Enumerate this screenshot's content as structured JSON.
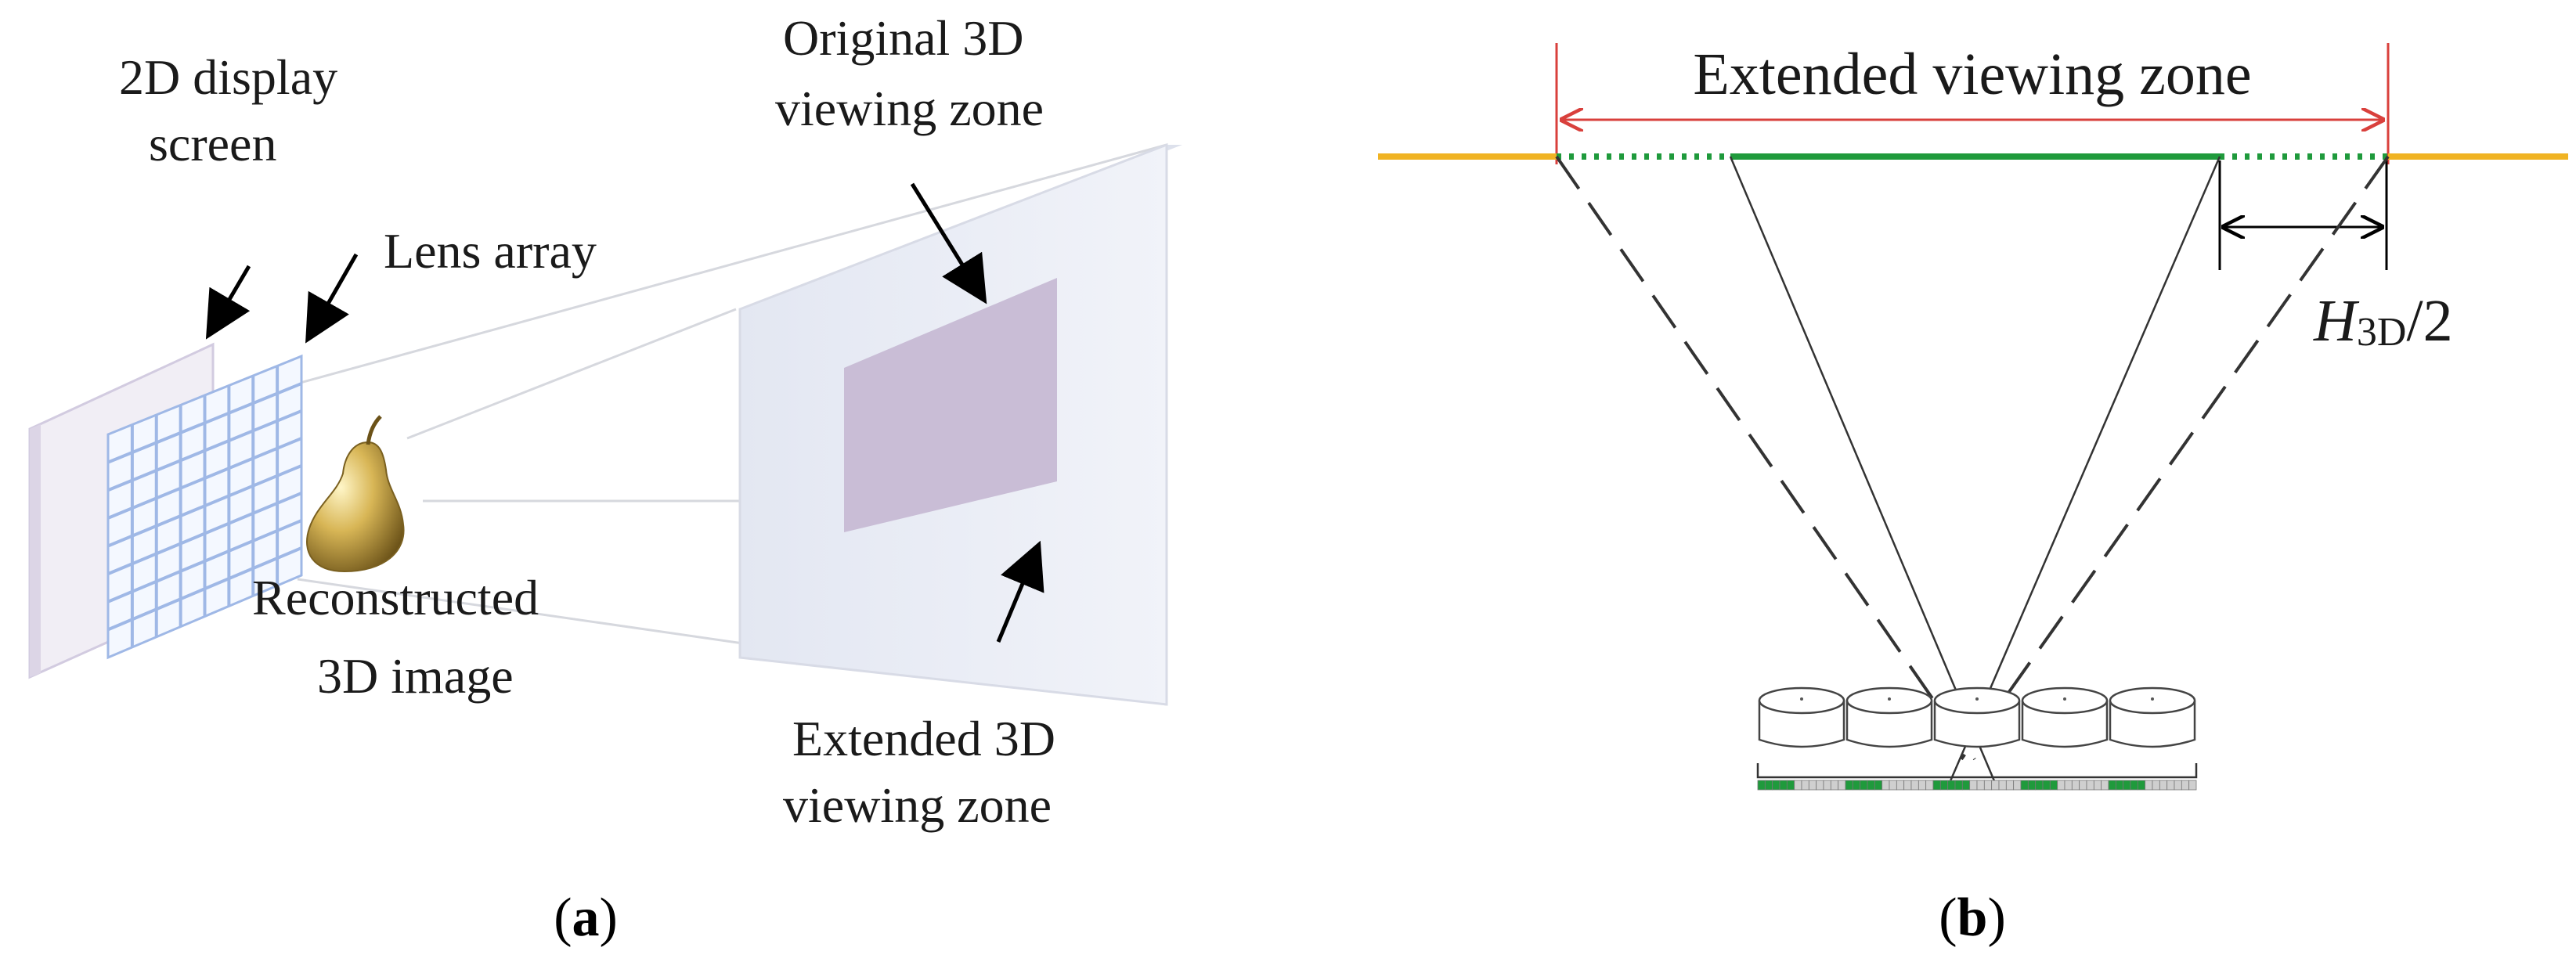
{
  "panel_a": {
    "labels": {
      "display_screen_line1": "2D display",
      "display_screen_line2": "screen",
      "lens_array": "Lens array",
      "original_zone_line1": "Original 3D",
      "original_zone_line2": "viewing zone",
      "reconstructed_line1": "Reconstructed",
      "reconstructed_line2": "3D image",
      "extended_zone_line1": "Extended 3D",
      "extended_zone_line2": "viewing zone"
    },
    "caption": {
      "open": "(",
      "letter": "a",
      "close": ")"
    }
  },
  "panel_b": {
    "labels": {
      "extended_viewing_zone": "Extended viewing zone",
      "half_width_symbol": "H",
      "half_width_subscript": "3D",
      "half_width_suffix": "/2"
    },
    "caption": {
      "open": "(",
      "letter": "b",
      "close": ")"
    }
  },
  "colors": {
    "viewing_line_green": "#1f9a3c",
    "outer_line_orange": "#f0b323",
    "dimension_red": "#d9403c",
    "zone_panel": "#eceef6",
    "zone_inner": "#c9bdd6",
    "lens_grid": "#9fb8e6",
    "pear": "#c9a545"
  }
}
